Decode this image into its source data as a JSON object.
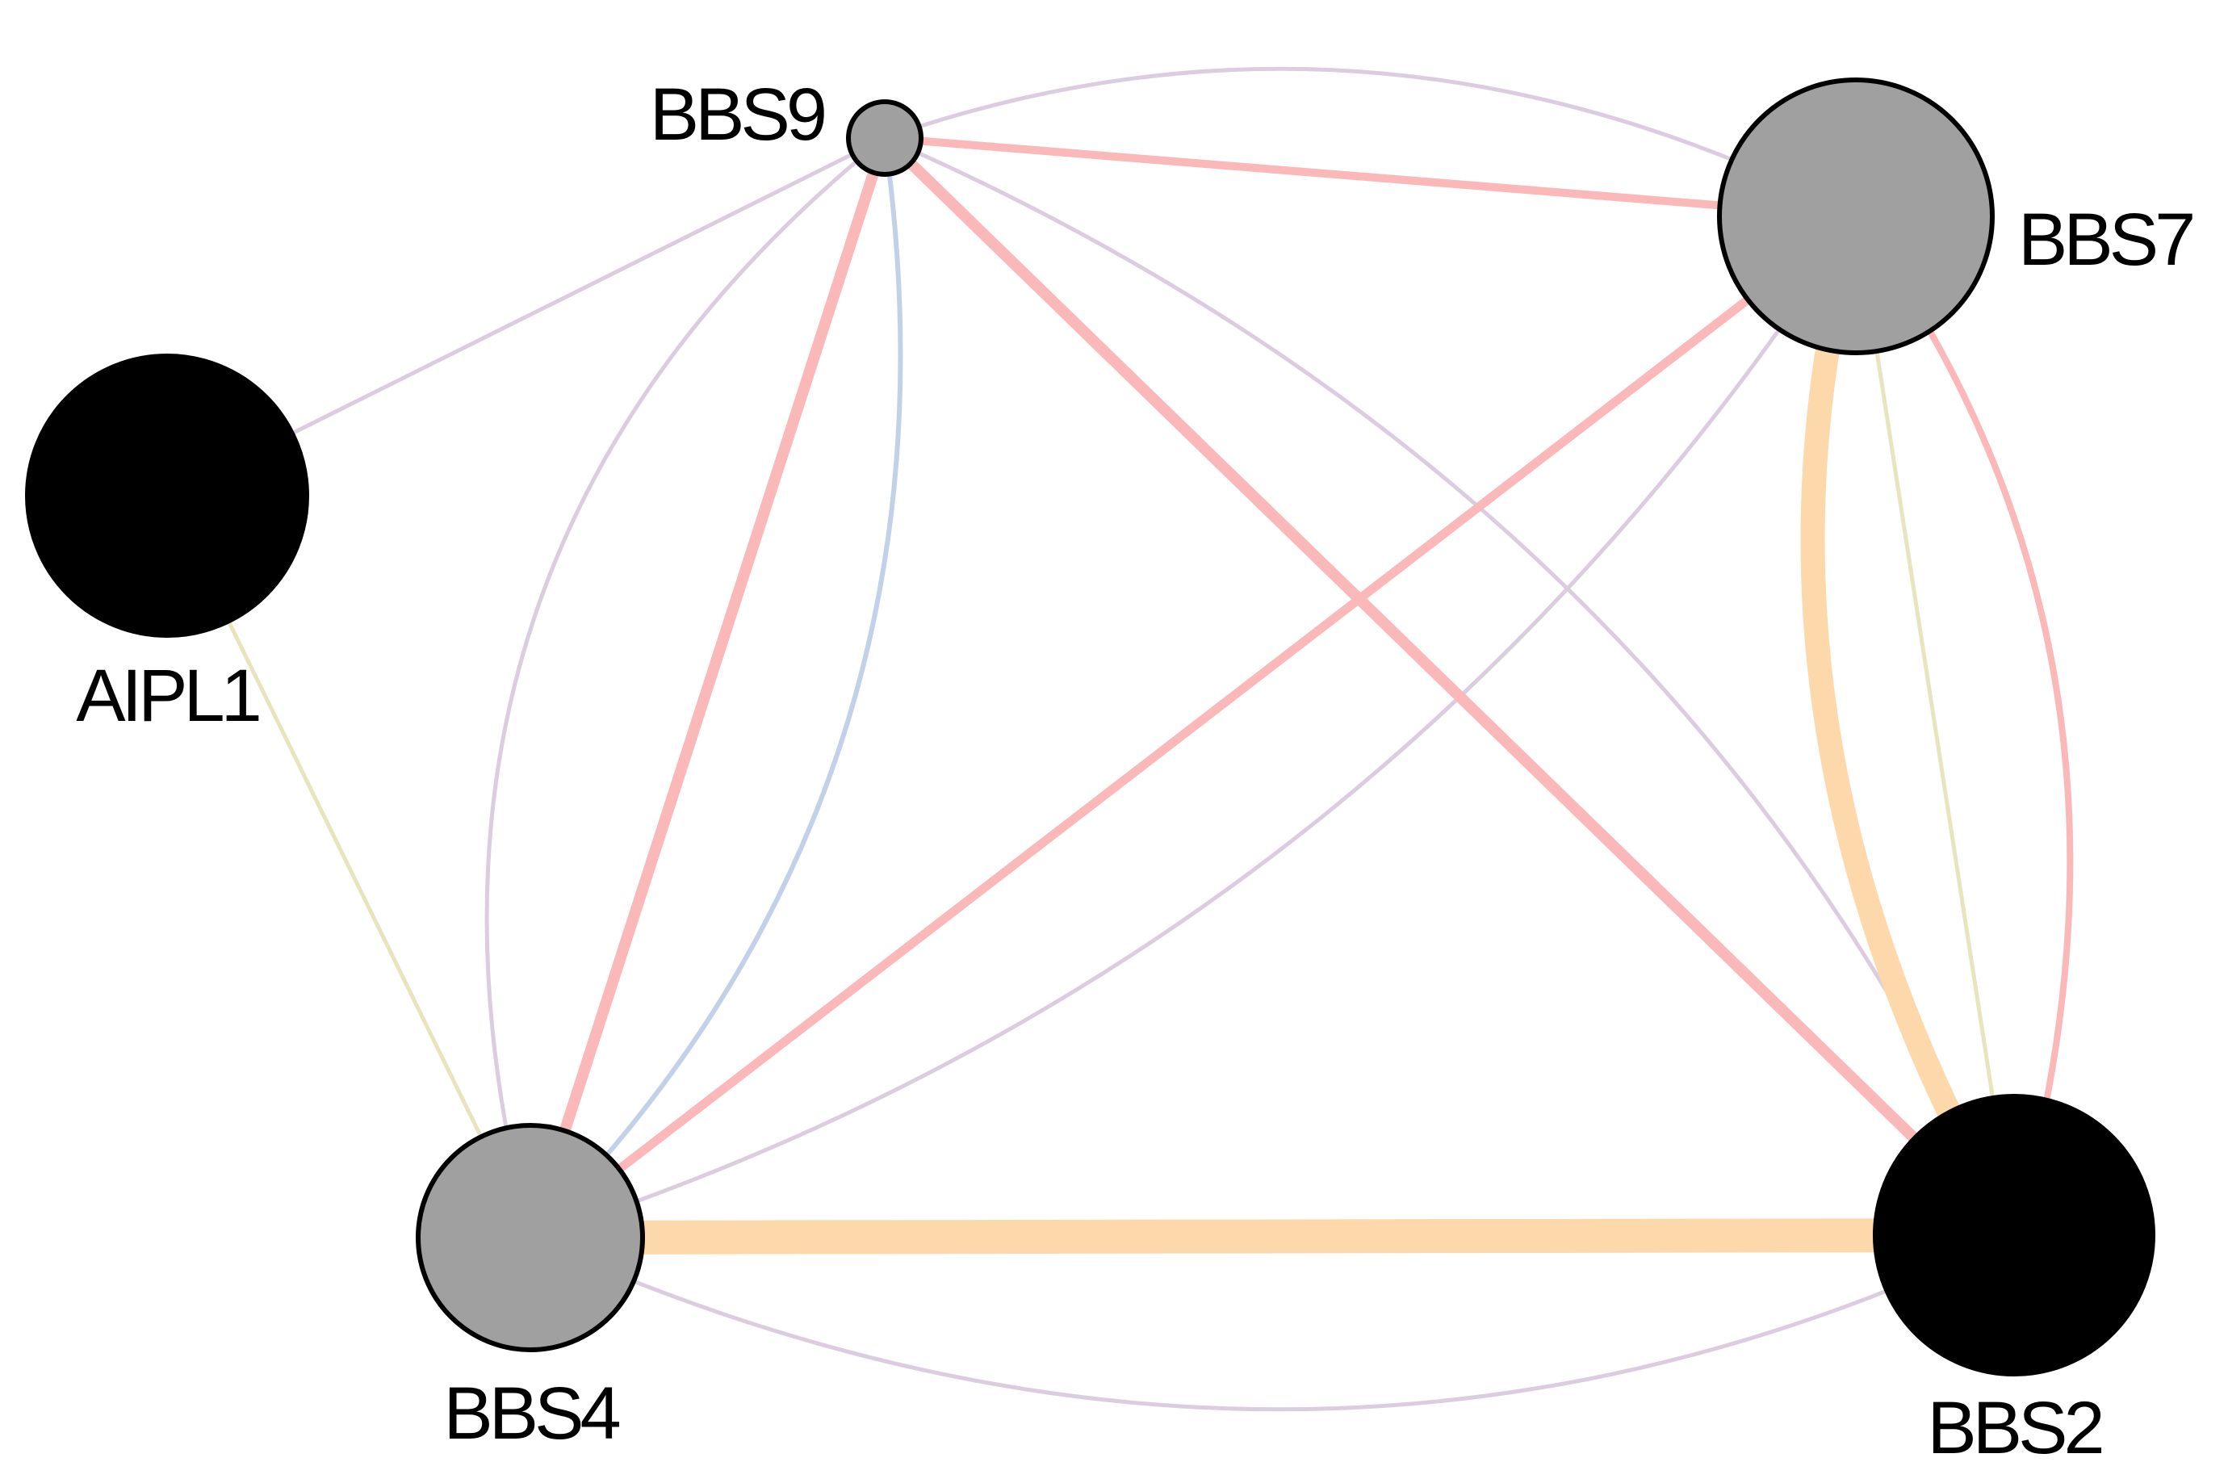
{
  "network": {
    "colors": {
      "physical_interaction": "#fab8b8",
      "pathway": "#fcd8ab",
      "co_expression": "#dcccdf",
      "genetic_interaction": "#e8e4be",
      "co_localization": "#c2d1e8",
      "query_gene_fill": "#000000",
      "related_gene_fill": "#a0a0a0",
      "node_stroke": "#000000"
    },
    "nodes": [
      {
        "id": "AIPL1",
        "label": "AIPL1",
        "type": "query"
      },
      {
        "id": "BBS9",
        "label": "BBS9",
        "type": "related"
      },
      {
        "id": "BBS7",
        "label": "BBS7",
        "type": "related"
      },
      {
        "id": "BBS4",
        "label": "BBS4",
        "type": "related"
      },
      {
        "id": "BBS2",
        "label": "BBS2",
        "type": "query"
      }
    ],
    "edges": [
      {
        "source": "BBS9",
        "target": "BBS7",
        "kind": "physical_interaction"
      },
      {
        "source": "BBS9",
        "target": "BBS4",
        "kind": "physical_interaction"
      },
      {
        "source": "BBS9",
        "target": "BBS2",
        "kind": "physical_interaction"
      },
      {
        "source": "BBS7",
        "target": "BBS4",
        "kind": "physical_interaction"
      },
      {
        "source": "BBS7",
        "target": "BBS2",
        "kind": "physical_interaction"
      },
      {
        "source": "BBS4",
        "target": "BBS2",
        "kind": "pathway"
      },
      {
        "source": "BBS7",
        "target": "BBS2",
        "kind": "pathway"
      },
      {
        "source": "AIPL1",
        "target": "BBS9",
        "kind": "co_expression"
      },
      {
        "source": "BBS9",
        "target": "BBS7",
        "kind": "co_expression"
      },
      {
        "source": "BBS9",
        "target": "BBS4",
        "kind": "co_expression"
      },
      {
        "source": "BBS9",
        "target": "BBS2",
        "kind": "co_expression"
      },
      {
        "source": "BBS7",
        "target": "BBS4",
        "kind": "co_expression"
      },
      {
        "source": "BBS4",
        "target": "BBS2",
        "kind": "co_expression"
      },
      {
        "source": "AIPL1",
        "target": "BBS4",
        "kind": "genetic_interaction"
      },
      {
        "source": "BBS7",
        "target": "BBS2",
        "kind": "genetic_interaction"
      },
      {
        "source": "BBS9",
        "target": "BBS4",
        "kind": "co_localization"
      }
    ]
  }
}
